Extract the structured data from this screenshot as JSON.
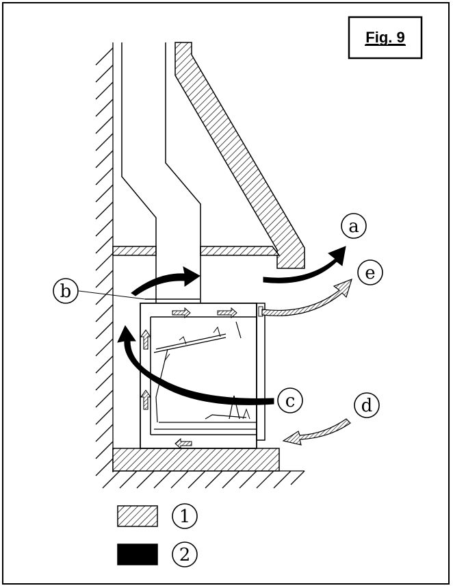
{
  "figure": {
    "title": "Fig. 9"
  },
  "labels": {
    "a": "a",
    "b": "b",
    "c": "c",
    "d": "d",
    "e": "e"
  },
  "legend": [
    {
      "symbol": "hatched-arrow",
      "number": "1"
    },
    {
      "symbol": "solid-arrow",
      "number": "2"
    }
  ],
  "colors": {
    "ink": "#000000",
    "paper": "#ffffff"
  }
}
